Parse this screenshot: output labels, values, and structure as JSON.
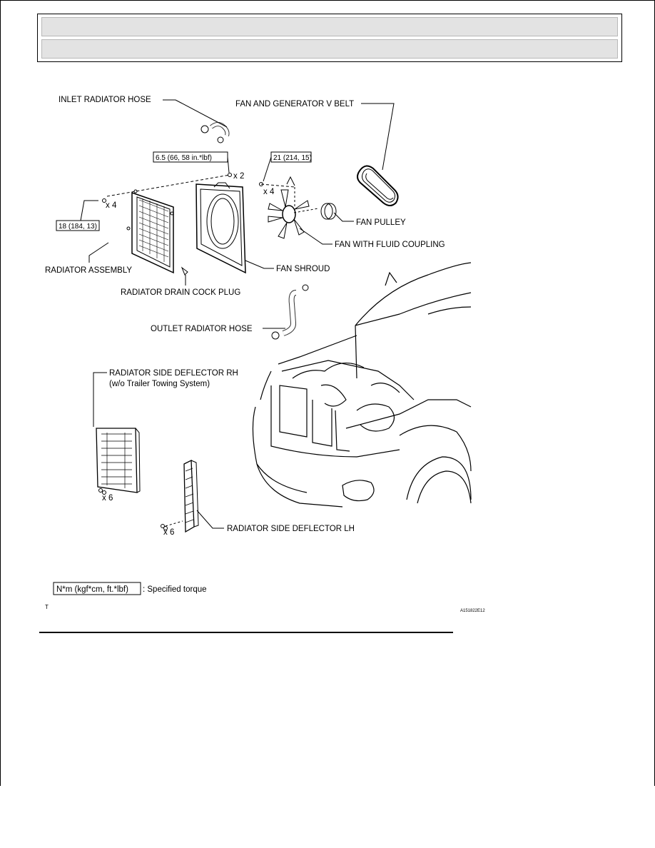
{
  "labels": {
    "inlet_hose": "INLET RADIATOR HOSE",
    "v_belt": "FAN AND GENERATOR V BELT",
    "fan_pulley": "FAN PULLEY",
    "fan_coupling": "FAN WITH FLUID COUPLING",
    "fan_shroud": "FAN SHROUD",
    "radiator_assembly": "RADIATOR ASSEMBLY",
    "drain_cock": "RADIATOR DRAIN COCK PLUG",
    "outlet_hose": "OUTLET RADIATOR HOSE",
    "deflector_rh": "RADIATOR SIDE DEFLECTOR RH",
    "deflector_rh_note": "(w/o Trailer Towing System)",
    "deflector_lh": "RADIATOR SIDE DEFLECTOR LH"
  },
  "torques": {
    "shroud": "6.5 (66, 58 in.*lbf)",
    "fan": "21 (214, 15)",
    "radiator": "18 (184, 13)"
  },
  "quantities": {
    "shroud_bolts": "x 2",
    "fan_nuts": "x 4",
    "radiator_bolts": "x 4",
    "rh_bolts": "x 6",
    "lh_bolts": "x 6"
  },
  "legend": {
    "unit_box": "N*m (kgf*cm, ft.*lbf)",
    "text": ": Specified torque"
  },
  "footer": {
    "left_mark": "T",
    "figure_code": "A151822E12"
  }
}
